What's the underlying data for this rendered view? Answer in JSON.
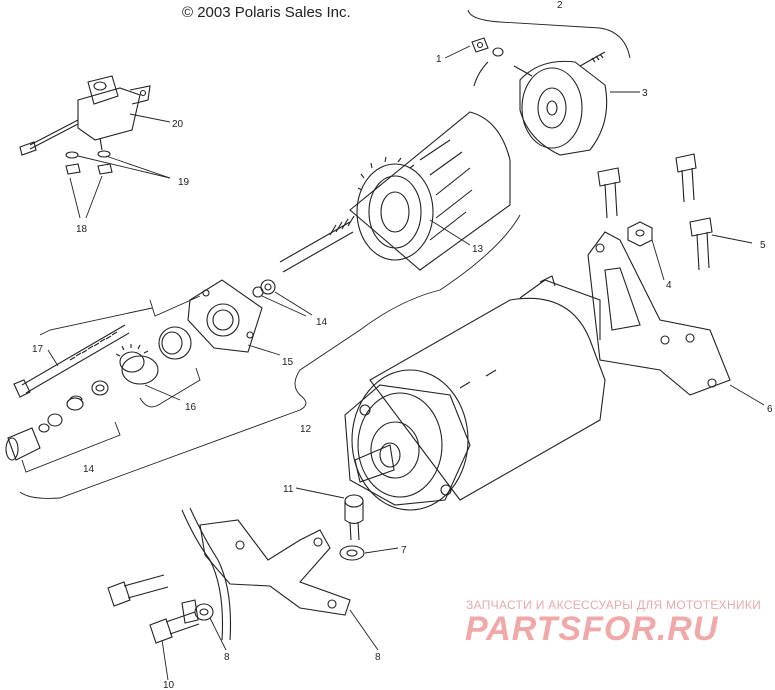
{
  "header": {
    "copyright": "© 2003 Polaris Sales Inc."
  },
  "watermark": {
    "line1": "ЗАПЧАСТИ И АКСЕССУАРЫ ДЛЯ МОТОТЕХНИКИ",
    "line2": "PARTSFOR.RU",
    "color": "#f0a8a8"
  },
  "callouts": {
    "c1": "1",
    "c2": "2",
    "c3": "3",
    "c4": "4",
    "c5": "5",
    "c6": "6",
    "c7": "7",
    "c8a": "8",
    "c8b": "8",
    "c10": "10",
    "c11": "11",
    "c12": "12",
    "c13": "13",
    "c14a": "14",
    "c14b": "14",
    "c15": "15",
    "c16": "16",
    "c17": "17",
    "c18": "18",
    "c19": "19",
    "c20": "20"
  },
  "style": {
    "line_color": "#222222",
    "background": "#ffffff"
  }
}
